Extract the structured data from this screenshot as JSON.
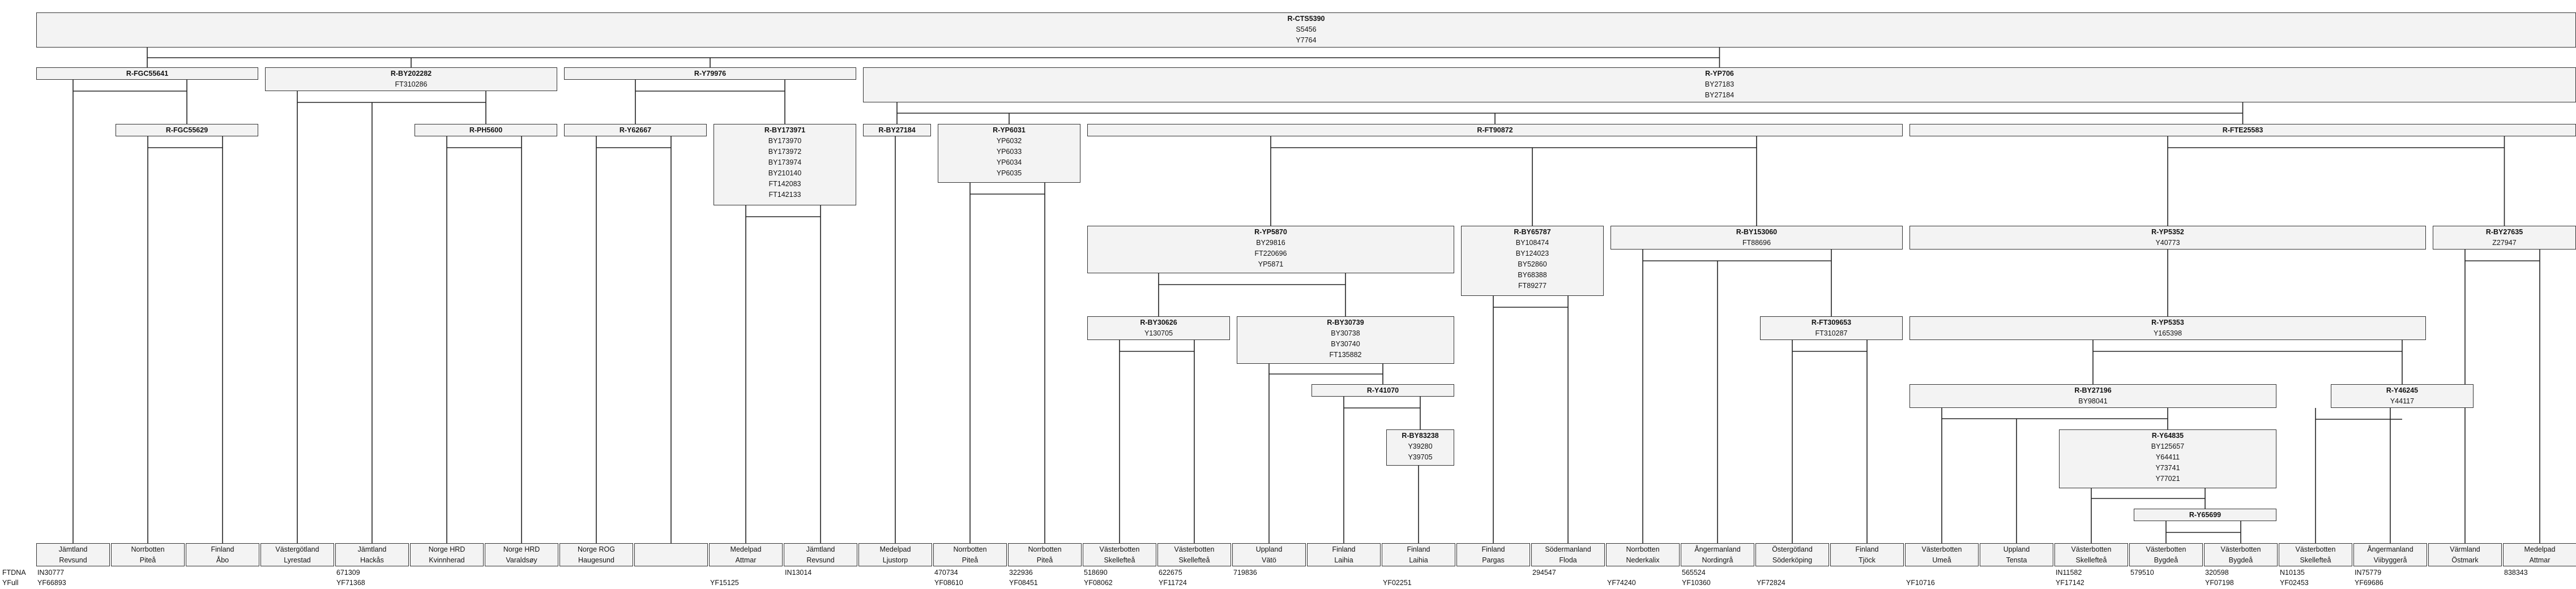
{
  "row_labels": {
    "ftdna": "FTDNA",
    "yfull": "YFull"
  },
  "nodes": {
    "n0": {
      "title": "R-CTS5390",
      "lines": [
        "S5456",
        "Y7764"
      ]
    },
    "n1": {
      "title": "R-FGC55641",
      "lines": []
    },
    "n1a": {
      "title": "R-FGC55629",
      "lines": []
    },
    "n2": {
      "title": "R-BY202282",
      "lines": [
        "FT310286"
      ]
    },
    "n2a": {
      "title": "R-PH5600",
      "lines": []
    },
    "n3": {
      "title": "R-Y79976",
      "lines": []
    },
    "n3a": {
      "title": "R-Y62667",
      "lines": []
    },
    "n3b": {
      "title": "R-BY173971",
      "lines": [
        "BY173970",
        "BY173972",
        "BY173974",
        "BY210140",
        "FT142083",
        "FT142133"
      ]
    },
    "n4": {
      "title": "R-YP706",
      "lines": [
        "BY27183",
        "BY27184"
      ]
    },
    "n4a": {
      "title": "R-BY27184",
      "lines": []
    },
    "n4b": {
      "title": "R-YP6031",
      "lines": [
        "YP6032",
        "YP6033",
        "YP6034",
        "YP6035"
      ]
    },
    "n4c": {
      "title": "R-FT90872",
      "lines": []
    },
    "n4d": {
      "title": "R-FTE25583",
      "lines": []
    },
    "c1": {
      "title": "R-YP5870",
      "lines": [
        "BY29816",
        "FT220696",
        "YP5871"
      ]
    },
    "c1a": {
      "title": "R-BY30626",
      "lines": [
        "Y130705"
      ]
    },
    "c1b": {
      "title": "R-BY30739",
      "lines": [
        "BY30738",
        "BY30740",
        "FT135882"
      ]
    },
    "c1c": {
      "title": "R-Y41070",
      "lines": []
    },
    "c1d": {
      "title": "R-BY83238",
      "lines": [
        "Y39280",
        "Y39705"
      ]
    },
    "c2": {
      "title": "R-BY65787",
      "lines": [
        "BY108474",
        "BY124023",
        "BY52860",
        "BY68388",
        "FT89277"
      ]
    },
    "c3": {
      "title": "R-BY153060",
      "lines": [
        "FT88696"
      ]
    },
    "c3a": {
      "title": "R-FT309653",
      "lines": [
        "FT310287"
      ]
    },
    "d1": {
      "title": "R-YP5352",
      "lines": [
        "Y40773"
      ]
    },
    "d1a": {
      "title": "R-YP5353",
      "lines": [
        "Y165398"
      ]
    },
    "d1b": {
      "title": "R-BY27196",
      "lines": [
        "BY98041"
      ]
    },
    "d1c": {
      "title": "R-Y64835",
      "lines": [
        "BY125657",
        "Y64411",
        "Y73741",
        "Y77021"
      ]
    },
    "d1d": {
      "title": "R-Y65699",
      "lines": []
    },
    "d1e": {
      "title": "R-Y46245",
      "lines": [
        "Y44117"
      ]
    },
    "d2": {
      "title": "R-BY27635",
      "lines": [
        "Z27947"
      ]
    }
  },
  "leaves": [
    {
      "l1": "Jämtland",
      "l2": "Revsund",
      "ftdna": "IN30777",
      "yfull": "YF66893"
    },
    {
      "l1": "Norrbotten",
      "l2": "Piteå",
      "ftdna": "",
      "yfull": ""
    },
    {
      "l1": "Finland",
      "l2": "Åbo",
      "ftdna": "",
      "yfull": ""
    },
    {
      "l1": "Västergötland",
      "l2": "Lyrestad",
      "ftdna": "",
      "yfull": ""
    },
    {
      "l1": "Jämtland",
      "l2": "Hackås",
      "ftdna": "671309",
      "yfull": "YF71368"
    },
    {
      "l1": "Norge HRD",
      "l2": "Kvinnherad",
      "ftdna": "",
      "yfull": ""
    },
    {
      "l1": "Norge HRD",
      "l2": "Varaldsøy",
      "ftdna": "",
      "yfull": ""
    },
    {
      "l1": "Norge ROG",
      "l2": "Haugesund",
      "ftdna": "",
      "yfull": ""
    },
    {
      "l1": "",
      "l2": "",
      "ftdna": "",
      "yfull": ""
    },
    {
      "l1": "Medelpad",
      "l2": "Attmar",
      "ftdna": "",
      "yfull": "YF15125"
    },
    {
      "l1": "Jämtland",
      "l2": "Revsund",
      "ftdna": "IN13014",
      "yfull": ""
    },
    {
      "l1": "Medelpad",
      "l2": "Ljustorp",
      "ftdna": "",
      "yfull": ""
    },
    {
      "l1": "Norrbotten",
      "l2": "Piteå",
      "ftdna": "470734",
      "yfull": "YF08610"
    },
    {
      "l1": "Norrbotten",
      "l2": "Piteå",
      "ftdna": "322936",
      "yfull": "YF08451"
    },
    {
      "l1": "Västerbotten",
      "l2": "Skellefteå",
      "ftdna": "518690",
      "yfull": "YF08062"
    },
    {
      "l1": "Västerbotten",
      "l2": "Skellefteå",
      "ftdna": "622675",
      "yfull": "YF11724"
    },
    {
      "l1": "Uppland",
      "l2": "Vätö",
      "ftdna": "719836",
      "yfull": ""
    },
    {
      "l1": "Finland",
      "l2": "Laihia",
      "ftdna": "",
      "yfull": ""
    },
    {
      "l1": "Finland",
      "l2": "Laihia",
      "ftdna": "",
      "yfull": "YF02251"
    },
    {
      "l1": "Finland",
      "l2": "Pargas",
      "ftdna": "",
      "yfull": ""
    },
    {
      "l1": "Södermanland",
      "l2": "Floda",
      "ftdna": "294547",
      "yfull": ""
    },
    {
      "l1": "Norrbotten",
      "l2": "Nederkalix",
      "ftdna": "",
      "yfull": "YF74240"
    },
    {
      "l1": "Ångermanland",
      "l2": "Nordingrå",
      "ftdna": "565524",
      "yfull": "YF10360"
    },
    {
      "l1": "Östergötland",
      "l2": "Söderköping",
      "ftdna": "",
      "yfull": "YF72824"
    },
    {
      "l1": "Finland",
      "l2": "Tjöck",
      "ftdna": "",
      "yfull": ""
    },
    {
      "l1": "Västerbotten",
      "l2": "Umeå",
      "ftdna": "",
      "yfull": "YF10716"
    },
    {
      "l1": "Uppland",
      "l2": "Tensta",
      "ftdna": "",
      "yfull": ""
    },
    {
      "l1": "Västerbotten",
      "l2": "Skellefteå",
      "ftdna": "IN11582",
      "yfull": "YF17142"
    },
    {
      "l1": "Västerbotten",
      "l2": "Bygdeå",
      "ftdna": "579510",
      "yfull": ""
    },
    {
      "l1": "Västerbotten",
      "l2": "Bygdeå",
      "ftdna": "320598",
      "yfull": "YF07198"
    },
    {
      "l1": "Västerbotten",
      "l2": "Skellefteå",
      "ftdna": "N10135",
      "yfull": "YF02453"
    },
    {
      "l1": "Ångermanland",
      "l2": "Viibyggerå",
      "ftdna": "IN75779",
      "yfull": "YF69686"
    },
    {
      "l1": "Värmland",
      "l2": "Östmark",
      "ftdna": "",
      "yfull": ""
    },
    {
      "l1": "Medelpad",
      "l2": "Attmar",
      "ftdna": "838343",
      "yfull": ""
    }
  ]
}
